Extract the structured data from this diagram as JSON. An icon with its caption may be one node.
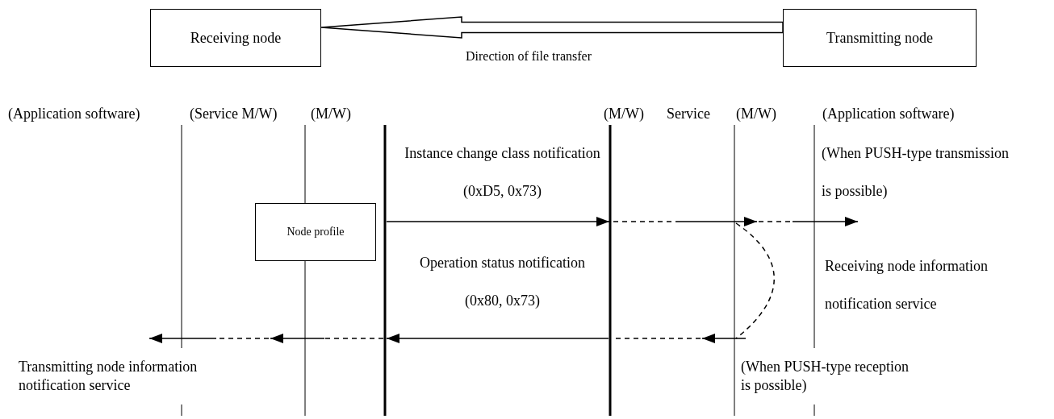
{
  "diagram": {
    "nodes": [
      {
        "text": [
          "Receiving node"
        ]
      },
      {
        "text": [
          "Transmitting node"
        ]
      },
      {
        "text": [
          "Node profile"
        ]
      }
    ],
    "edges": [
      {
        "from": 1,
        "to": 0,
        "arrow": "to",
        "label": "Direction of file transfer"
      }
    ],
    "labels": [
      "(Application software)",
      "(Service M/W)",
      "(M/W)",
      "(M/W)",
      "Service",
      "(M/W)",
      "(Application software)",
      "Instance change class notification (0xD5, 0x73)",
      "(When PUSH-type transmission is possible)",
      "Operation status notification (0x80, 0x73)",
      "Receiving node information notification service",
      "Transmitting node information notification service",
      "(When PUSH-type reception is possible)"
    ]
  }
}
